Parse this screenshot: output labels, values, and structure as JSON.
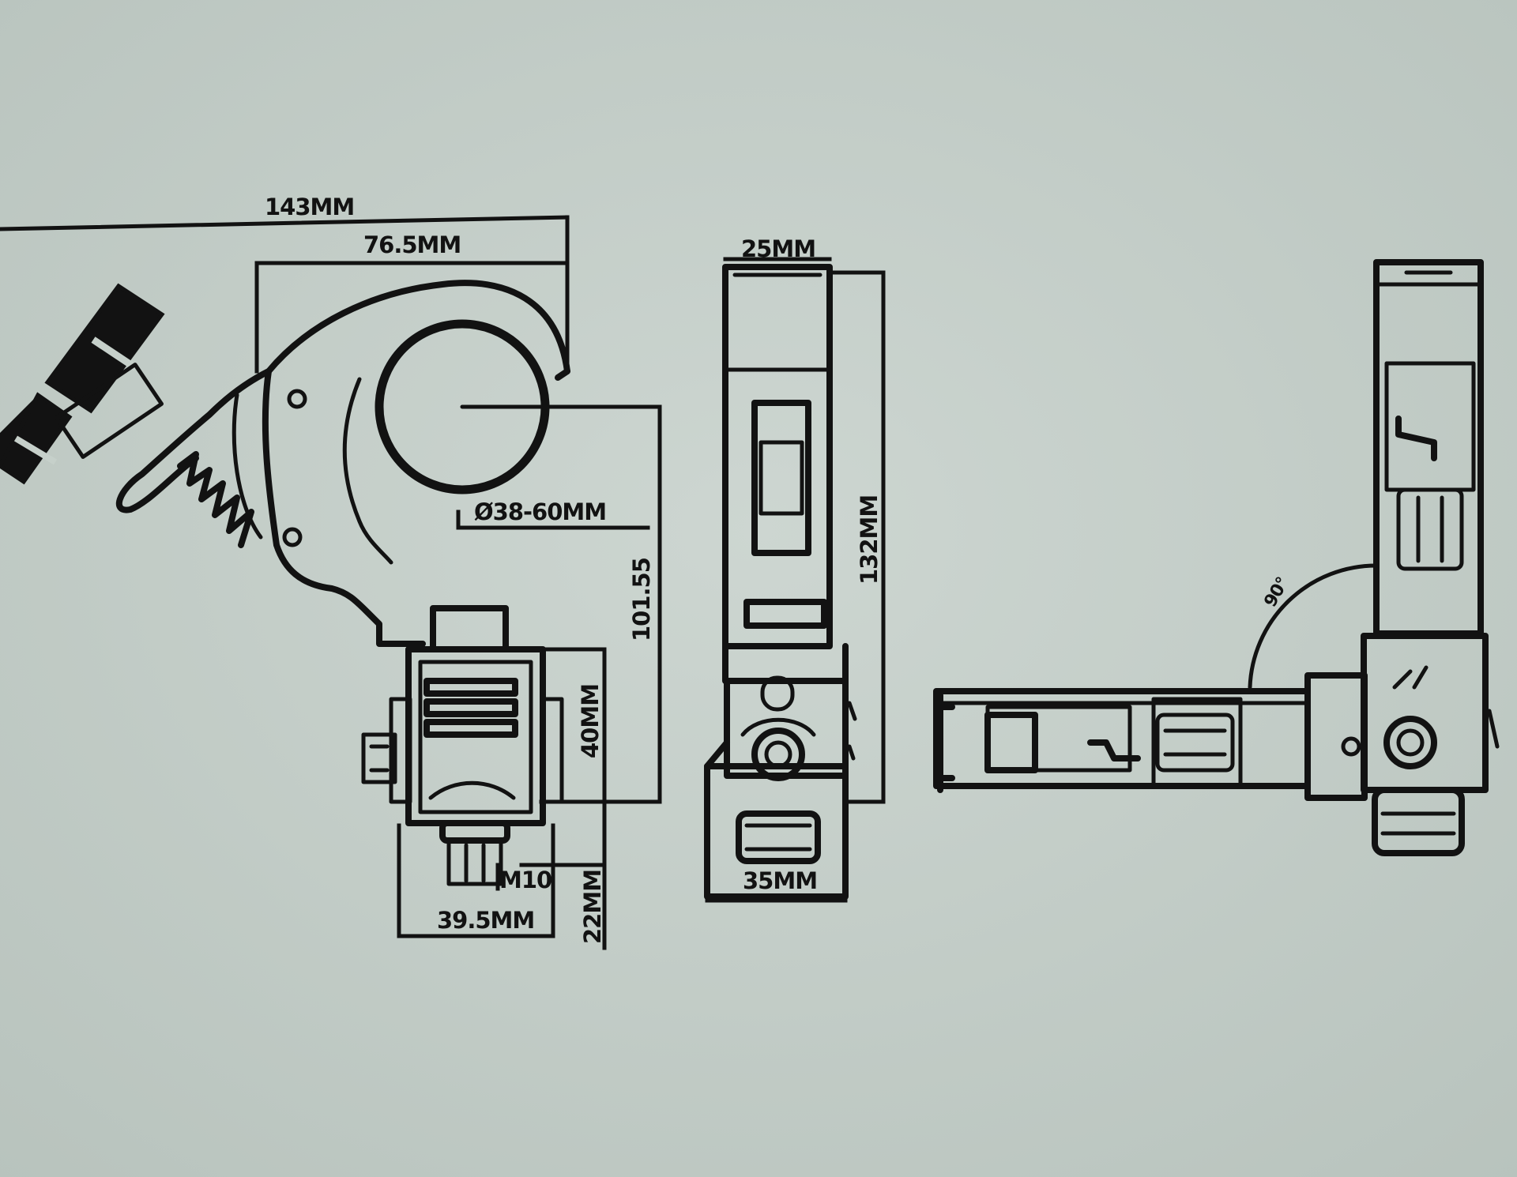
{
  "dimensions": {
    "overall_width": "143MM",
    "hook_width": "76.5MM",
    "tube_diameter": "Ø38-60MM",
    "clamp_height": "101.55",
    "block_height": "40MM",
    "bolt_thread": "M10",
    "base_width": "39.5MM",
    "bolt_length": "22MM",
    "side_width": "25MM",
    "side_height": "132MM",
    "side_base_width": "35MM",
    "rotation_angle": "90°"
  },
  "colors": {
    "paper": "#c6d0ca",
    "ink": "#121212"
  }
}
